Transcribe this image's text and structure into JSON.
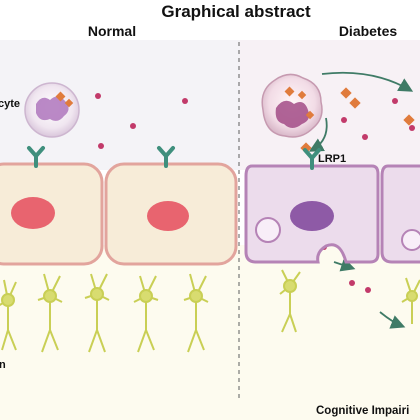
{
  "title": "Graphical abstract",
  "panels": {
    "normal": {
      "label": "Normal"
    },
    "diabetes": {
      "label": "Diabetes"
    }
  },
  "labels": {
    "cyte": "cyte",
    "lrp1": "LRP1",
    "neuron_fragment": "n",
    "cognitive": "Cognitive Impairi"
  },
  "colors": {
    "cell_fill": "#f7ecd8",
    "cell_border": "#e2a49d",
    "nucleus": "#e8646f",
    "diabetic_cell_fill": "#ecdcec",
    "diabetic_cell_border": "#b583b6",
    "diabetic_nucleus": "#8e5aa6",
    "receptor": "#3f8f7d",
    "particle": "#c23a6a",
    "granule": "#e07b3c",
    "neuron": "#d8dc70",
    "arrow": "#3f7b66"
  }
}
